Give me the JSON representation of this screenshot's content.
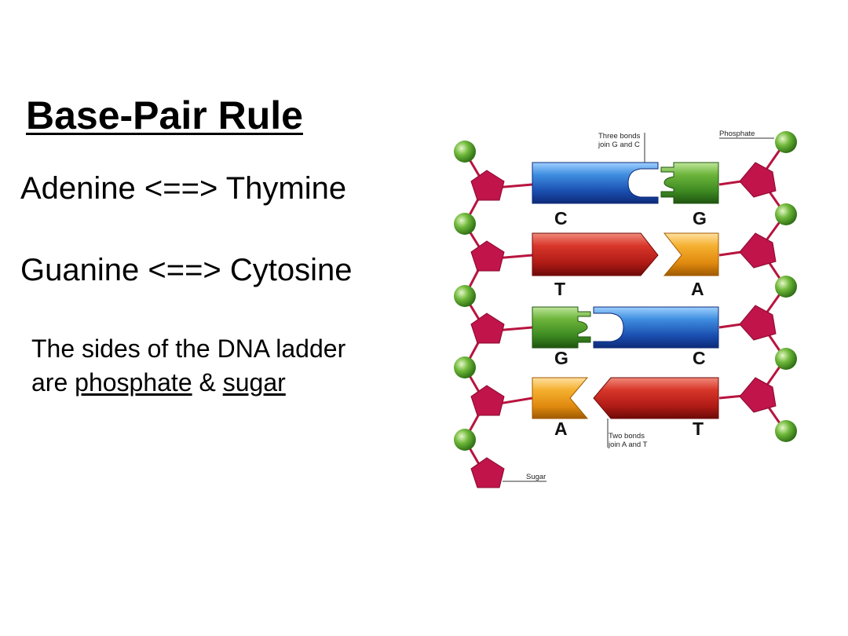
{
  "title": "Base-Pair Rule",
  "rules": [
    "Adenine <==> Thymine",
    "Guanine <==> Cytosine"
  ],
  "note": {
    "line1": "The sides of the DNA ladder",
    "line2_prefix": "are ",
    "phosphate": "phosphate",
    "amp": " & ",
    "sugar": "sugar"
  },
  "diagram": {
    "labels": {
      "three_bonds_1": "Three bonds",
      "three_bonds_2": "join G and C",
      "phosphate": "Phosphate",
      "two_bonds_1": "Two bonds",
      "two_bonds_2": "join A and T",
      "sugar": "Sugar"
    },
    "rows": [
      {
        "left": "C",
        "right": "G"
      },
      {
        "left": "T",
        "right": "A"
      },
      {
        "left": "G",
        "right": "C"
      },
      {
        "left": "A",
        "right": "T"
      }
    ],
    "colors": {
      "adenine": "#f0a020",
      "thymine": "#c8241f",
      "guanine": "#4e9e2c",
      "cytosine": "#2f73c8",
      "sugar": "#c0144a",
      "phosphate": "#5ea82e",
      "backbone": "#b8143f"
    }
  }
}
